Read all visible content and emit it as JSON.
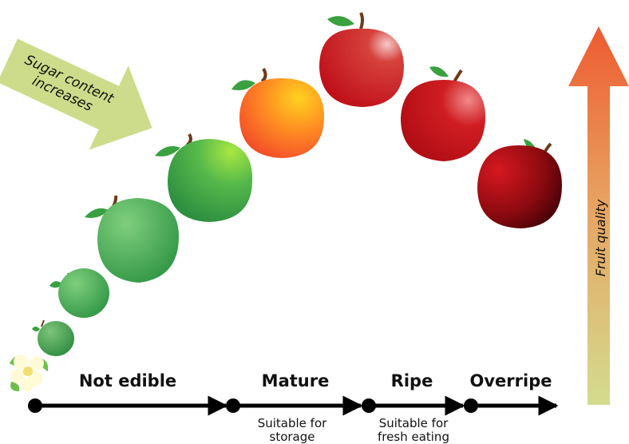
{
  "stages": [
    {
      "label": "Not edible"
    },
    {
      "label": "Mature",
      "note_line1": "Suitable for",
      "note_line2": "storage"
    },
    {
      "label": "Ripe",
      "note_line1": "Suitable for",
      "note_line2": "fresh eating"
    },
    {
      "label": "Overripe"
    }
  ],
  "sugar_arrow": {
    "line1": "Sugar content",
    "line2": "increases"
  },
  "quality_arrow": {
    "label": "Fruit quality"
  },
  "colors": {
    "sugar_arrow_fill": "#cddc8a",
    "quality_top": "#ee5a30",
    "quality_bottom": "#d3dc8e",
    "timeline": "#000000"
  },
  "icons": [
    "blossom-icon",
    "apple-icon",
    "leaf-icon",
    "stem-icon"
  ]
}
